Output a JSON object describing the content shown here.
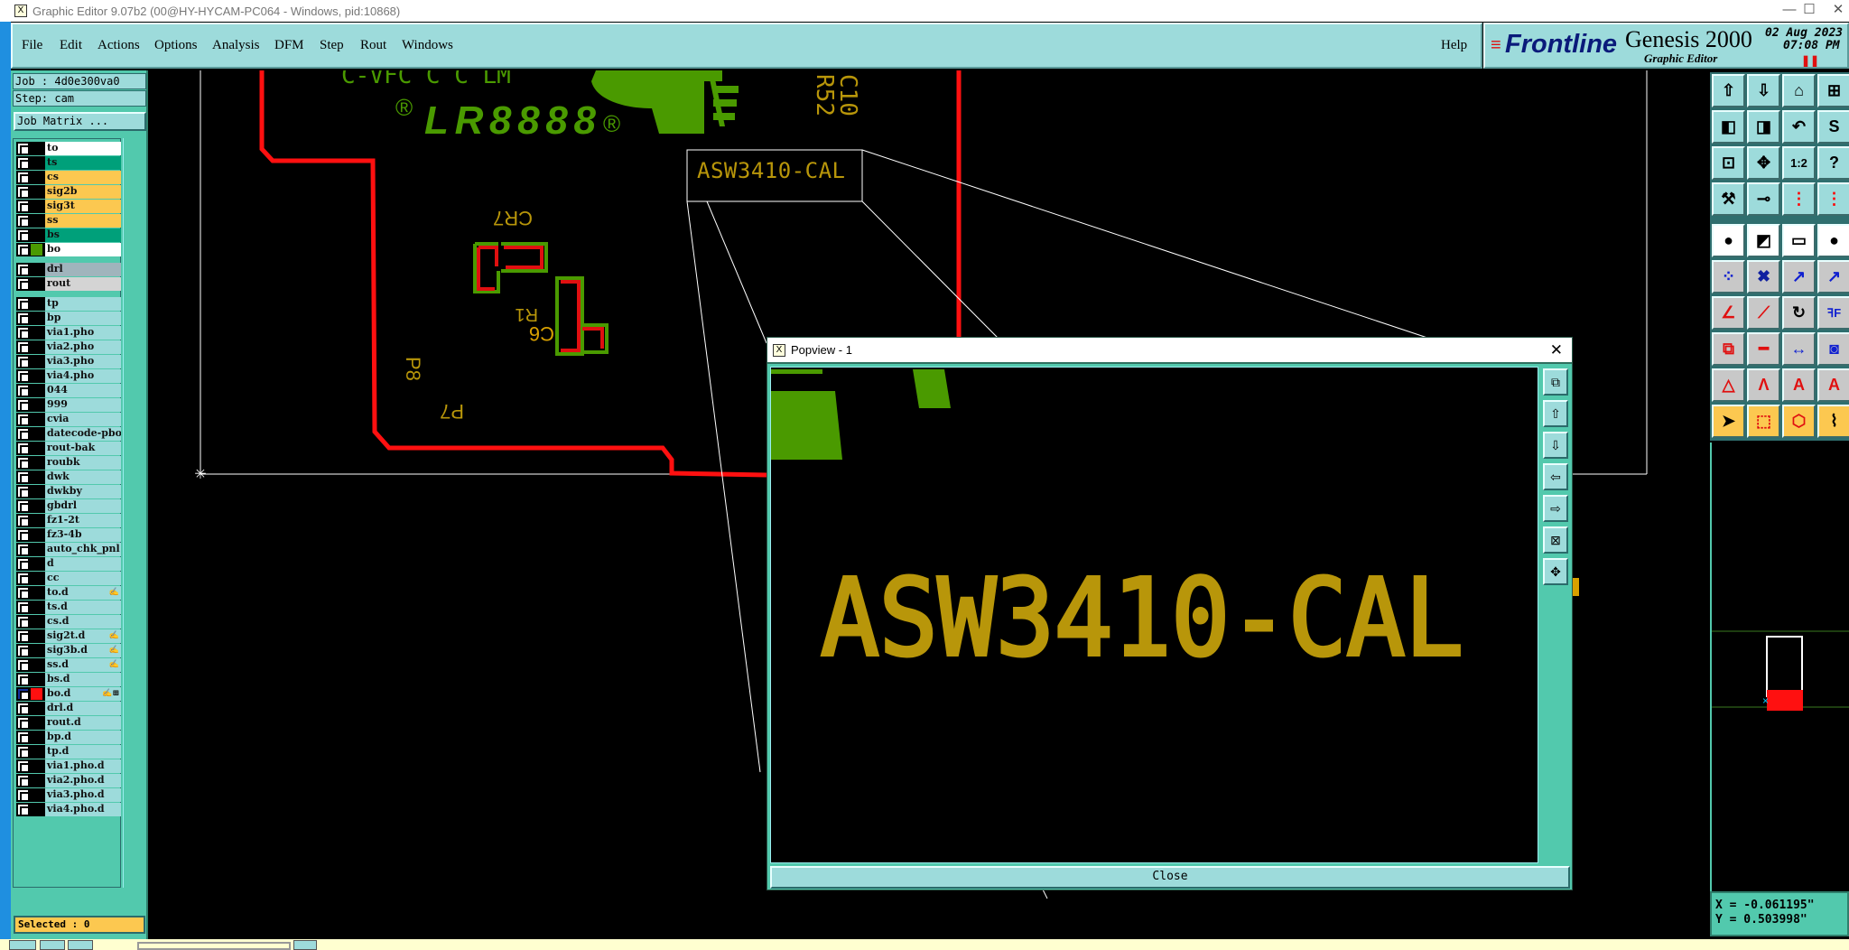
{
  "window": {
    "title": "Graphic Editor 9.07b2 (00@HY-HYCAM-PC064 - Windows, pid:10868)",
    "minimize": "—",
    "maximize": "☐",
    "close": "✕"
  },
  "menu": {
    "items": [
      "File",
      "Edit",
      "Actions",
      "Options",
      "Analysis",
      "DFM",
      "Step",
      "Rout",
      "Windows"
    ],
    "help": "Help"
  },
  "brand": {
    "logo": "Frontline",
    "product": "Genesis 2000",
    "module": "Graphic Editor",
    "date": "02 Aug 2023",
    "time": "07:08 PM"
  },
  "job": {
    "job": "Job : 4d0e300va0",
    "step": "Step: cam",
    "matrix_button": "Job Matrix ..."
  },
  "layers": [
    {
      "name": "to",
      "color": "#ffffff"
    },
    {
      "name": "ts",
      "color": "#00a07a"
    },
    {
      "name": "cs",
      "color": "#fcc850"
    },
    {
      "name": "sig2b",
      "color": "#fcc850"
    },
    {
      "name": "sig3t",
      "color": "#fcc850"
    },
    {
      "name": "ss",
      "color": "#fcc850"
    },
    {
      "name": "bs",
      "color": "#00a07a"
    },
    {
      "name": "bo",
      "color": "#ffffff",
      "swatch": "#4a9a00"
    },
    {
      "name": "drl",
      "color": "#a0b4bc"
    },
    {
      "name": "rout",
      "color": "#d4d4d4"
    },
    {
      "name": "tp"
    },
    {
      "name": "bp"
    },
    {
      "name": "via1.pho"
    },
    {
      "name": "via2.pho"
    },
    {
      "name": "via3.pho"
    },
    {
      "name": "via4.pho"
    },
    {
      "name": "044"
    },
    {
      "name": "999"
    },
    {
      "name": "cvia"
    },
    {
      "name": "datecode-pbo"
    },
    {
      "name": "rout-bak"
    },
    {
      "name": "roubk"
    },
    {
      "name": "dwk"
    },
    {
      "name": "dwkby"
    },
    {
      "name": "gbdrl"
    },
    {
      "name": "fz1-2t"
    },
    {
      "name": "fz3-4b"
    },
    {
      "name": "auto_chk_pnl"
    },
    {
      "name": "d"
    },
    {
      "name": "cc"
    },
    {
      "name": "to.d",
      "flag": "✍"
    },
    {
      "name": "ts.d"
    },
    {
      "name": "cs.d"
    },
    {
      "name": "sig2t.d",
      "flag": "✍"
    },
    {
      "name": "sig3b.d",
      "flag": "✍"
    },
    {
      "name": "ss.d",
      "flag": "✍"
    },
    {
      "name": "bs.d"
    },
    {
      "name": "bo.d",
      "flag": "✍⊞",
      "swatch": "#ff1010",
      "selected": true
    },
    {
      "name": "drl.d"
    },
    {
      "name": "rout.d"
    },
    {
      "name": "bp.d"
    },
    {
      "name": "tp.d"
    },
    {
      "name": "via1.pho.d"
    },
    {
      "name": "via2.pho.d"
    },
    {
      "name": "via3.pho.d"
    },
    {
      "name": "via4.pho.d"
    }
  ],
  "selected": "Selected : 0",
  "canvas": {
    "label": "ASW3410-CAL",
    "silk_texts": [
      "C-VFC C C LM",
      "LR8888",
      "R52",
      "C10",
      "CR7",
      "R1",
      "C6",
      "P8",
      "P7"
    ]
  },
  "toolbar": [
    {
      "icon": "move-up-icon",
      "g": "⇧"
    },
    {
      "icon": "move-down-icon",
      "g": "⇩"
    },
    {
      "icon": "home-icon",
      "g": "⌂"
    },
    {
      "icon": "grid-xy-icon",
      "g": "⊞"
    },
    {
      "icon": "pan-left-icon",
      "g": "◧"
    },
    {
      "icon": "pan-right-icon",
      "g": "◨"
    },
    {
      "icon": "undo-zoom-icon",
      "g": "↶"
    },
    {
      "icon": "snap-icon",
      "g": "S"
    },
    {
      "icon": "zoom-fit-icon",
      "g": "⊡"
    },
    {
      "icon": "zoom-center-icon",
      "g": "✥"
    },
    {
      "icon": "scale-icon",
      "g": "1:2"
    },
    {
      "icon": "help-icon",
      "g": "?"
    },
    {
      "icon": "tools-icon",
      "g": "⚒"
    },
    {
      "icon": "pad-icon",
      "g": "⊸"
    },
    {
      "icon": "netlist-icon",
      "g": "⋮",
      "c": "red"
    },
    {
      "icon": "netlist2-icon",
      "g": "⋮",
      "c": "red"
    },
    {
      "icon": "select-feature-icon",
      "g": "●",
      "t": "w"
    },
    {
      "icon": "measure-icon",
      "g": "◩",
      "t": "w"
    },
    {
      "icon": "ruler-icon",
      "g": "▭",
      "t": "w"
    },
    {
      "icon": "dot-icon",
      "g": "●",
      "t": "w"
    },
    {
      "icon": "connect-icon",
      "g": "⁘",
      "t": "g",
      "c": "#1020d0"
    },
    {
      "icon": "delete-icon",
      "g": "✖",
      "t": "g",
      "c": "#1020a0"
    },
    {
      "icon": "move-point-icon",
      "g": "↗",
      "t": "g",
      "c": "#1020d0"
    },
    {
      "icon": "move-point2-icon",
      "g": "↗",
      "t": "g",
      "c": "#1020d0"
    },
    {
      "icon": "line-icon",
      "g": "∠",
      "t": "g",
      "c": "#e01010"
    },
    {
      "icon": "line2-icon",
      "g": "⟋",
      "t": "g",
      "c": "#e01010"
    },
    {
      "icon": "rotate-icon",
      "g": "↻",
      "t": "g"
    },
    {
      "icon": "mirror-icon",
      "g": "ꟻF",
      "t": "g",
      "c": "#1020d0"
    },
    {
      "icon": "copy-icon",
      "g": "⧉",
      "t": "g",
      "c": "#e01010"
    },
    {
      "icon": "segment-icon",
      "g": "━",
      "t": "g",
      "c": "#e01010"
    },
    {
      "icon": "resize-icon",
      "g": "↔",
      "t": "g",
      "c": "#1020d0"
    },
    {
      "icon": "shapes-icon",
      "g": "◙",
      "t": "g",
      "c": "#1020d0"
    },
    {
      "icon": "arc-icon",
      "g": "△",
      "t": "g",
      "c": "#e01010"
    },
    {
      "icon": "arc2-icon",
      "g": "Λ",
      "t": "g",
      "c": "#e01010"
    },
    {
      "icon": "arc3-icon",
      "g": "A",
      "t": "g",
      "c": "#e01010"
    },
    {
      "icon": "arc4-icon",
      "g": "A",
      "t": "g",
      "c": "#e01010"
    },
    {
      "icon": "pointer-icon",
      "g": "➤",
      "t": "o"
    },
    {
      "icon": "pointer-box-icon",
      "g": "⬚",
      "t": "o",
      "c": "#e01010"
    },
    {
      "icon": "pointer-poly-icon",
      "g": "⬡",
      "t": "o",
      "c": "#e01010"
    },
    {
      "icon": "route-icon",
      "g": "⌇",
      "t": "o"
    }
  ],
  "coords": {
    "x": "X = -0.061195\"",
    "y": "Y = 0.503998\""
  },
  "popview": {
    "title": "Popview - 1",
    "text": "ASW3410-CAL",
    "close_label": "Close",
    "tools": [
      {
        "icon": "popview-fit-icon",
        "g": "⧉"
      },
      {
        "icon": "popview-up-icon",
        "g": "⇧"
      },
      {
        "icon": "popview-down-icon",
        "g": "⇩"
      },
      {
        "icon": "popview-left-icon",
        "g": "⇦"
      },
      {
        "icon": "popview-right-icon",
        "g": "⇨"
      },
      {
        "icon": "popview-zoom-out-icon",
        "g": "⊠"
      },
      {
        "icon": "popview-zoom-in-icon",
        "g": "✥"
      }
    ]
  },
  "colors": {
    "silk": "#b8960a",
    "copper": "#4a9a00",
    "rout": "#ff1010",
    "panel": "#52c9ad",
    "menu": "#9ddbdb"
  }
}
